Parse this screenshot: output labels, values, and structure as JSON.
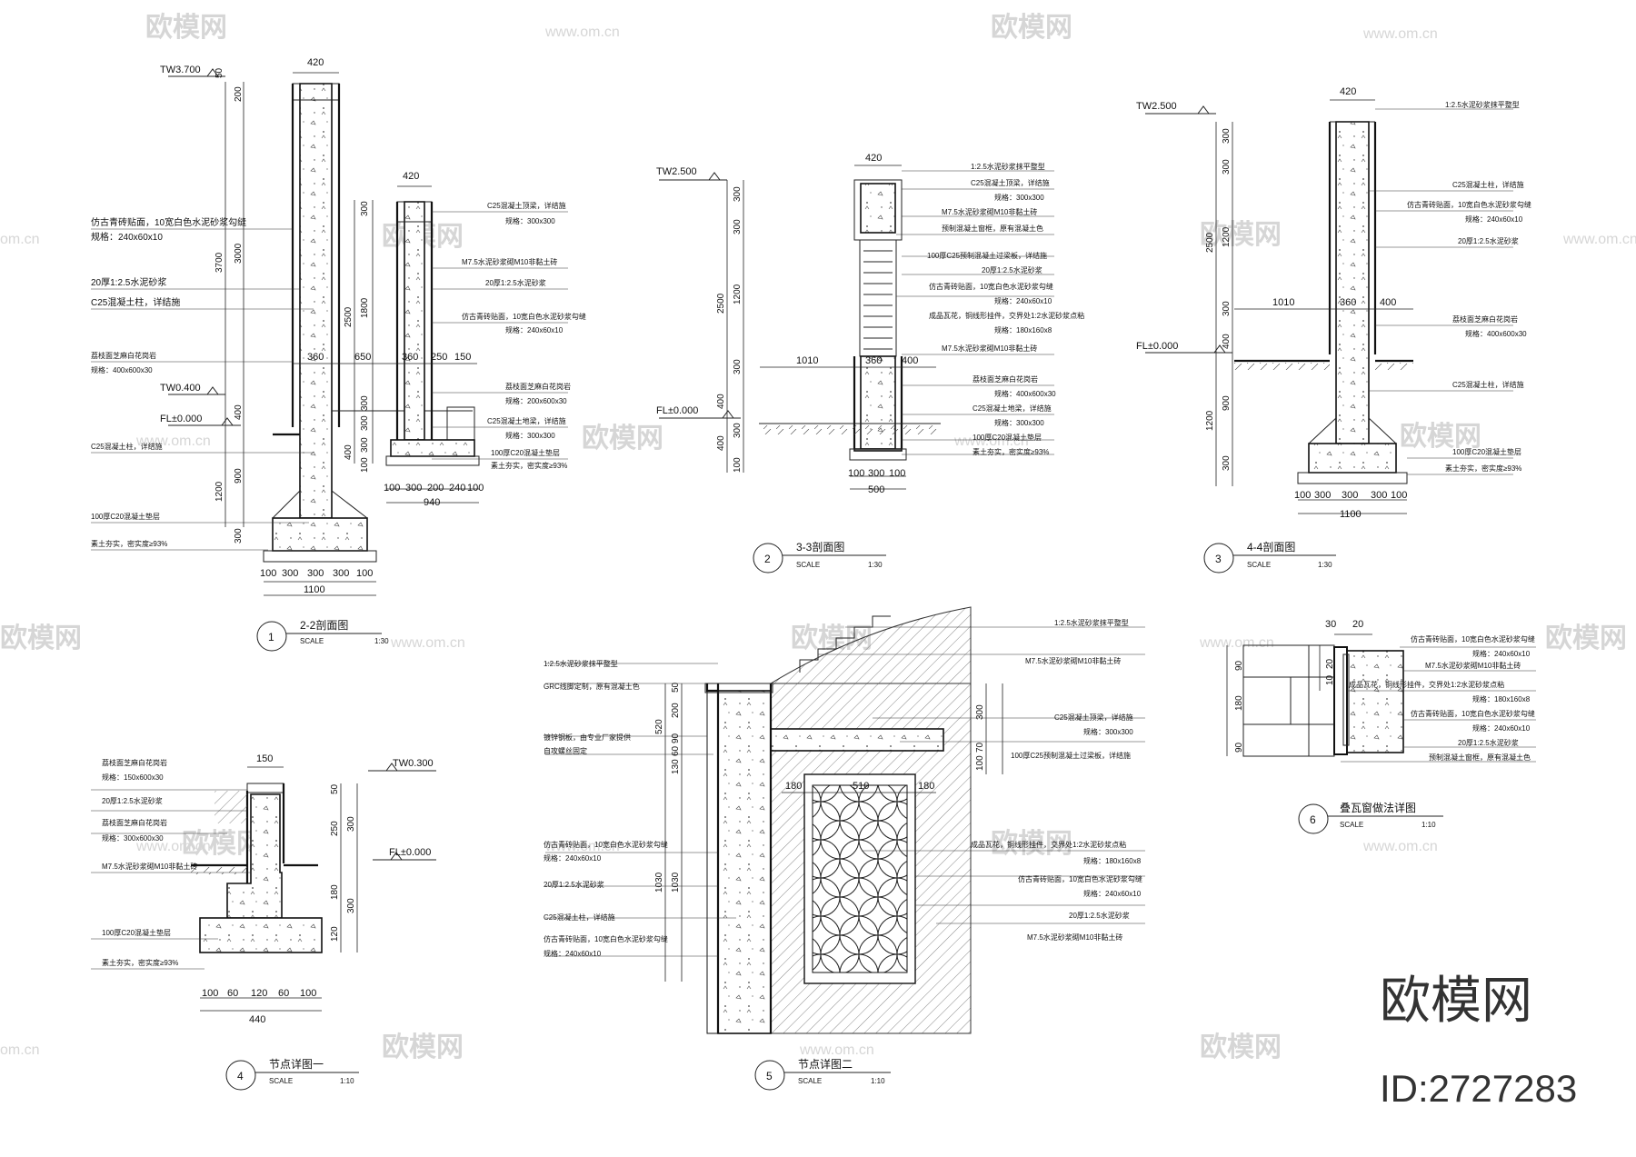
{
  "watermark": {
    "text": "欧模网",
    "url": "www.om.cn",
    "url_partial_left": "om.cn",
    "url_partial_right": "www.om.cn"
  },
  "brand": {
    "name": "欧模网",
    "id": "ID:2727283"
  },
  "common": {
    "scale_word": "SCALE",
    "scale_30": "1:30",
    "scale_10": "1:10"
  },
  "d1": {
    "num": "1",
    "title": "2-2剖面图",
    "tw": "TW3.700",
    "tw2": "TW0.400",
    "fl": "FL±0.000",
    "top_w": "420",
    "right_top_w": "420",
    "left_dims": [
      "50",
      "3700",
      "1200",
      "300"
    ],
    "left_dims2": [
      "50",
      "200",
      "3000",
      "400",
      "900"
    ],
    "mid_dims": [
      "300",
      "2500",
      "1800",
      "300",
      "300",
      "400",
      "100"
    ],
    "mid_dims2": [
      "400",
      "300",
      "100"
    ],
    "horiz": [
      "360",
      "650",
      "360",
      "250",
      "150"
    ],
    "bottom": [
      "100",
      "300",
      "300",
      "300",
      "100"
    ],
    "bottom_total": "1100",
    "r_bottom": [
      "100",
      "300",
      "200",
      "240",
      "100"
    ],
    "r_bottom_total": "940",
    "labels_left": [
      "仿古青砖贴面，10宽白色水泥砂浆勾缝",
      "规格：240x60x10",
      "20厚1:2.5水泥砂浆",
      "C25混凝土柱，详结施",
      "荔枝面芝麻白花岗岩",
      "规格：400x600x30",
      "C25混凝土柱，详结施",
      "100厚C20混凝土垫层",
      "素土夯实，密实度≥93%"
    ],
    "labels_right": [
      "C25混凝土顶梁，详结施",
      "规格：300x300",
      "M7.5水泥砂浆砌M10非黏土砖",
      "20厚1:2.5水泥砂浆",
      "仿古青砖贴面，10宽白色水泥砂浆勾缝",
      "规格：240x60x10",
      "荔枝面芝麻白花岗岩",
      "规格：200x600x30",
      "C25混凝土地梁，详结施",
      "规格：300x300",
      "100厚C20混凝土垫层",
      "素土夯实，密实度≥93%"
    ]
  },
  "d2": {
    "num": "2",
    "title": "3-3剖面图",
    "tw": "TW2.500",
    "fl": "FL±0.000",
    "top_w": "420",
    "left_dims": [
      "300",
      "300",
      "2500",
      "1200",
      "300",
      "400",
      "300",
      "400",
      "100"
    ],
    "horiz": [
      "1010",
      "360",
      "400"
    ],
    "bottom": [
      "100",
      "300",
      "100"
    ],
    "bottom_total": "500",
    "labels": [
      "1:2.5水泥砂浆抹平整型",
      "C25混凝土顶梁，详结施",
      "规格：300x300",
      "M7.5水泥砂浆砌M10非黏土砖",
      "预制混凝土窗框，原有混凝土色",
      "100厚C25预制混凝土过梁板，详结施",
      "20厚1:2.5水泥砂浆",
      "仿古青砖贴面，10宽白色水泥砂浆勾缝",
      "规格：240x60x10",
      "成品瓦花，铜线形挂件，交界处1:2水泥砂浆点粘",
      "规格：180x160x8",
      "M7.5水泥砂浆砌M10非黏土砖",
      "荔枝面芝麻白花岗岩",
      "规格：400x600x30",
      "C25混凝土地梁，详结施",
      "规格：300x300",
      "100厚C20混凝土垫层",
      "素土夯实，密实度≥93%"
    ]
  },
  "d3": {
    "num": "3",
    "title": "4-4剖面图",
    "tw": "TW2.500",
    "fl": "FL±0.000",
    "top_w": "420",
    "left_dims": [
      "300",
      "300",
      "2500",
      "1200",
      "300",
      "400",
      "1200",
      "900",
      "300"
    ],
    "horiz": [
      "1010",
      "360",
      "400"
    ],
    "bottom": [
      "100",
      "300",
      "300",
      "300",
      "100"
    ],
    "bottom_total": "1100",
    "labels": [
      "1:2.5水泥砂浆抹平整型",
      "C25混凝土柱，详结施",
      "仿古青砖贴面，10宽白色水泥砂浆勾缝",
      "规格：240x60x10",
      "20厚1:2.5水泥砂浆",
      "荔枝面芝麻白花岗岩",
      "规格：400x600x30",
      "C25混凝土柱，详结施",
      "100厚C20混凝土垫层",
      "素土夯实，密实度≥93%"
    ]
  },
  "d4": {
    "num": "4",
    "title": "节点详图一",
    "tw": "TW0.300",
    "fl": "FL±0.000",
    "top_w": "150",
    "right_dims": [
      "50",
      "250",
      "300",
      "180",
      "300",
      "120"
    ],
    "bottom": [
      "100",
      "60",
      "120",
      "60",
      "100"
    ],
    "bottom_total": "440",
    "labels": [
      "荔枝面芝麻白花岗岩",
      "规格：150x600x30",
      "20厚1:2.5水泥砂浆",
      "荔枝面芝麻白花岗岩",
      "规格：300x600x30",
      "M7.5水泥砂浆砌M10非黏土砖",
      "100厚C20混凝土垫层",
      "素土夯实，密实度≥93%"
    ]
  },
  "d5": {
    "num": "5",
    "title": "节点详图二",
    "left_dims": [
      "50",
      "520",
      "200",
      "90",
      "60",
      "130",
      "1030",
      "1030"
    ],
    "right_dims": [
      "300",
      "100",
      "70"
    ],
    "horiz": [
      "180",
      "510",
      "180"
    ],
    "labels_left": [
      "1:2.5水泥砂浆抹平整型",
      "GRC线脚定制，原有混凝土色",
      "镀锌钢板，由专业厂家提供",
      "自攻螺丝固定",
      "仿古青砖贴面，10宽白色水泥砂浆勾缝",
      "规格：240x60x10",
      "20厚1:2.5水泥砂浆",
      "C25混凝土柱，详结施",
      "仿古青砖贴面，10宽白色水泥砂浆勾缝",
      "规格：240x60x10"
    ],
    "labels_right": [
      "1:2.5水泥砂浆抹平整型",
      "M7.5水泥砂浆砌M10非黏土砖",
      "C25混凝土顶梁，详结施",
      "规格：300x300",
      "100厚C25预制混凝土过梁板，详结施",
      "成品瓦花，铜线形挂件，交界处1:2水泥砂浆点粘",
      "规格：180x160x8",
      "仿古青砖贴面，10宽白色水泥砂浆勾缝",
      "规格：240x60x10",
      "20厚1:2.5水泥砂浆",
      "M7.5水泥砂浆砌M10非黏土砖"
    ]
  },
  "d6": {
    "num": "6",
    "title": "叠瓦窗做法详图",
    "top_dims": [
      "30",
      "20"
    ],
    "left_dims": [
      "90",
      "180",
      "90"
    ],
    "left_dims2": [
      "20",
      "10"
    ],
    "labels": [
      "仿古青砖贴面，10宽白色水泥砂浆勾缝",
      "规格：240x60x10",
      "M7.5水泥砂浆砌M10非黏土砖",
      "成品瓦花，铜线形挂件，交界处1:2水泥砂浆点粘",
      "规格：180x160x8",
      "仿古青砖贴面，10宽白色水泥砂浆勾缝",
      "规格：240x60x10",
      "20厚1:2.5水泥砂浆",
      "预制混凝土窗框，原有混凝土色"
    ]
  }
}
